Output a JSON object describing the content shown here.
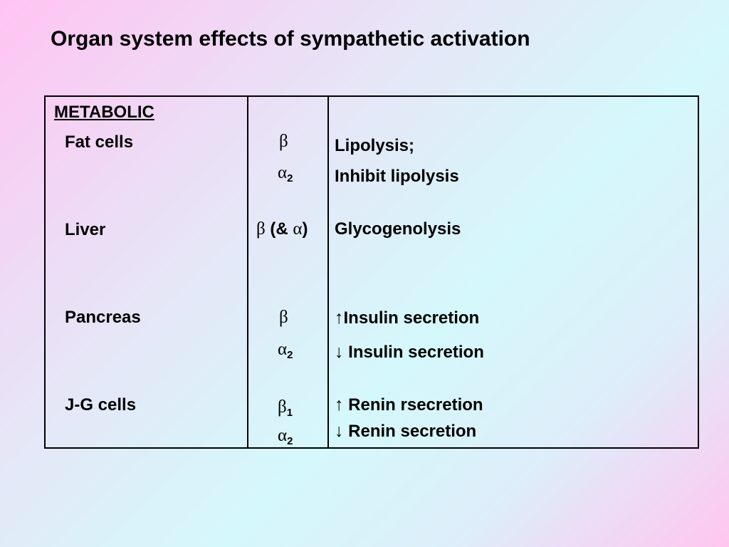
{
  "title": "Organ system effects of sympathetic activation",
  "section": "METABOLIC",
  "rows": [
    {
      "organ": "Fat cells",
      "receptors": [
        {
          "symbol": "β",
          "sub": ""
        },
        {
          "symbol": "α",
          "sub": "2"
        }
      ],
      "effects": [
        "Lipolysis;",
        "Inhibit lipolysis"
      ]
    },
    {
      "organ": "Liver",
      "receptor_text": {
        "beta": "β",
        "middle": " (& ",
        "alpha": "α",
        "end": ")"
      },
      "effects": [
        "Glycogenolysis"
      ]
    },
    {
      "organ": "Pancreas",
      "receptors": [
        {
          "symbol": "β",
          "sub": ""
        },
        {
          "symbol": "α",
          "sub": "2"
        }
      ],
      "effects": [
        {
          "arrow": "↑",
          "text": "Insulin secretion"
        },
        {
          "arrow": "↓",
          "text": " Insulin secretion"
        }
      ]
    },
    {
      "organ": "J-G cells",
      "receptors": [
        {
          "symbol": "β",
          "sub": "1"
        },
        {
          "symbol": "α",
          "sub": "2"
        }
      ],
      "effects": [
        {
          "arrow": "↑",
          "text": " Renin rsecretion"
        },
        {
          "arrow": "↓",
          "text": " Renin secretion"
        }
      ]
    }
  ]
}
